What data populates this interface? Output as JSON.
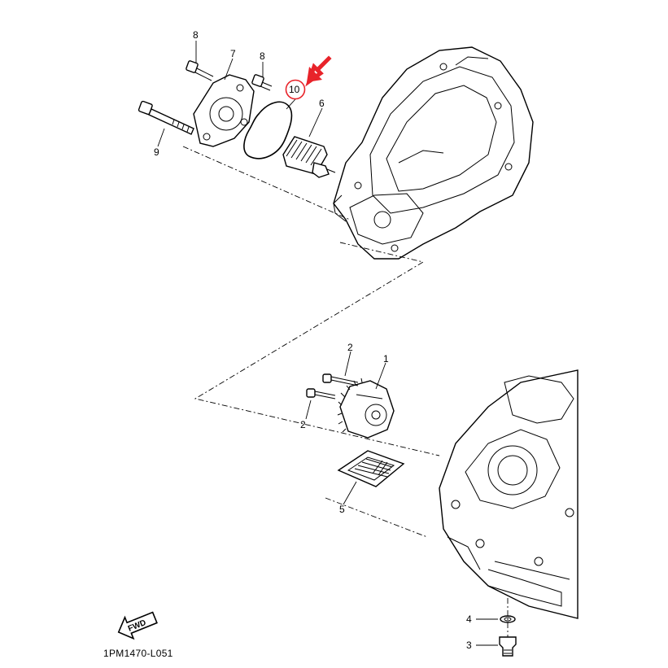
{
  "diagram_code": "1PM1470-L051",
  "fwd_label": "FWD",
  "highlight_color": "#e8232a",
  "callouts": {
    "c1": "1",
    "c2a": "2",
    "c2b": "2",
    "c3": "3",
    "c4": "4",
    "c5": "5",
    "c6": "6",
    "c7": "7",
    "c8a": "8",
    "c8b": "8",
    "c9": "9",
    "c10": "10"
  }
}
